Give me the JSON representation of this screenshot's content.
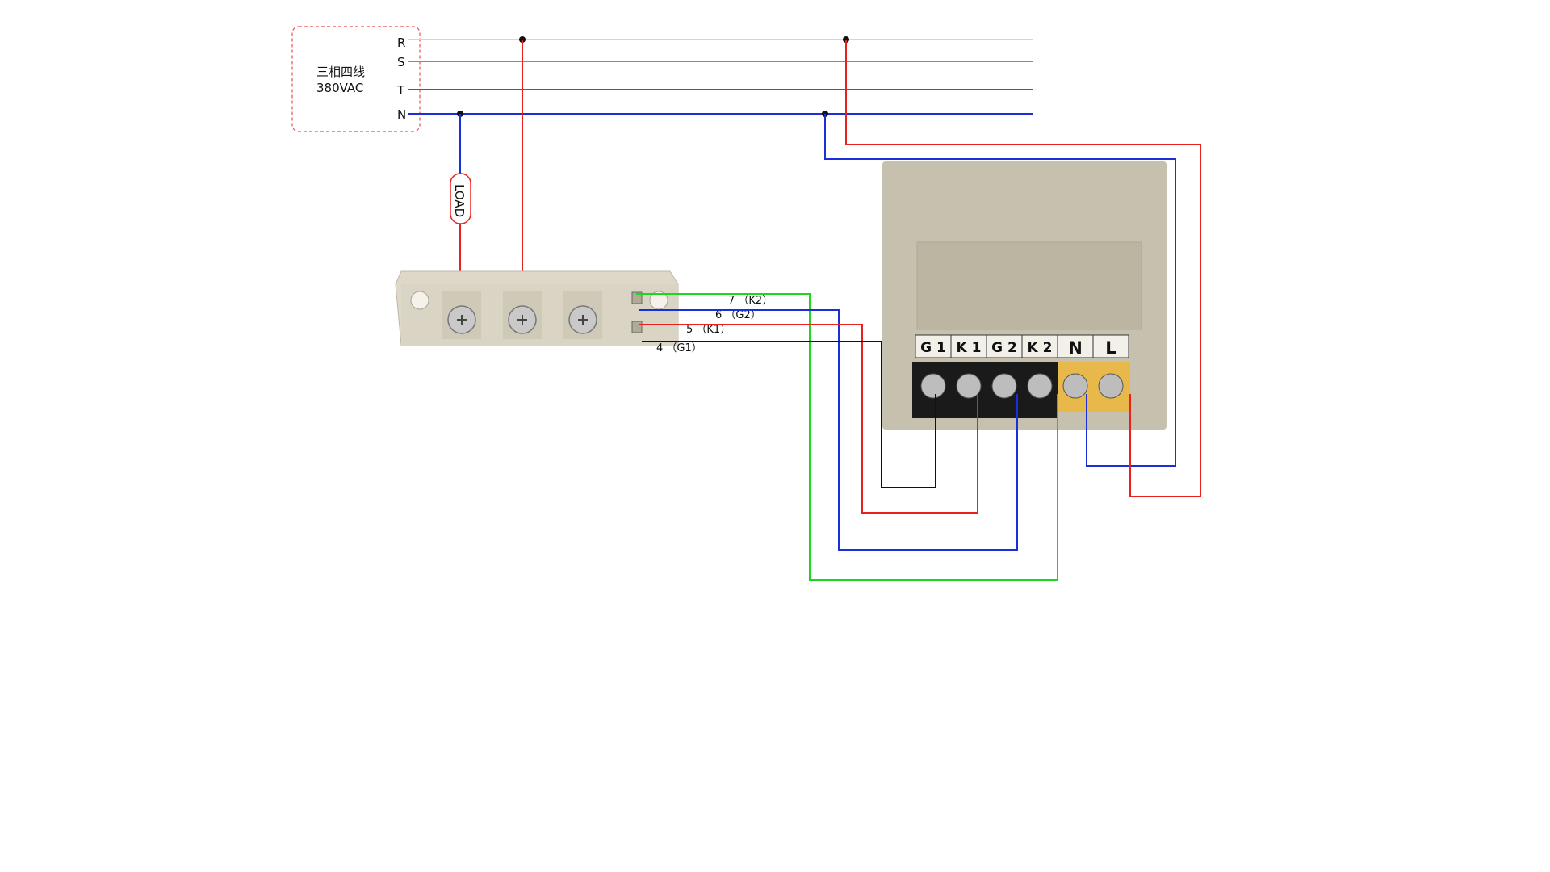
{
  "supply": {
    "line1": "三相四线",
    "line2": "380VAC",
    "phases": [
      "R",
      "S",
      "T",
      "N"
    ]
  },
  "load_label": "LOAD",
  "wire_labels": [
    "7 （K2）",
    "6 （G2）",
    "5 （K1）",
    "4 （G1）"
  ],
  "terminals": [
    "G 1",
    "K 1",
    "G 2",
    "K 2",
    "N",
    "L"
  ],
  "colors": {
    "R": "#f5e04a",
    "S": "#1fd61f",
    "T": "#e82020",
    "N": "#1a2fd8",
    "black": "#111111",
    "module": "#ddd8c8",
    "controller": "#c6c0ae",
    "terminal_block": "#1a1a1a",
    "power_terminal": "#e8b84a"
  }
}
